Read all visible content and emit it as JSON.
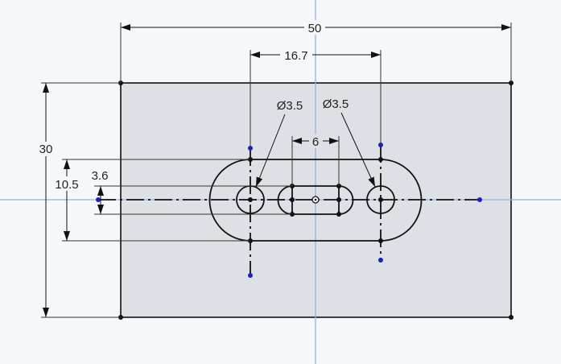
{
  "sketch": {
    "dimensions": {
      "overall_width": "50",
      "hole_spacing": "16.7",
      "inner_slot_length": "6",
      "overall_height": "30",
      "outer_slot_width": "10.5",
      "inner_slot_width": "3.6",
      "hole_left_diameter": "Ø3.5",
      "hole_right_diameter": "Ø3.5"
    },
    "colors": {
      "background": "#f5f8fa",
      "plate_fill": "#dde1e6",
      "geometry": "#1a1a1a",
      "axis": "#8fb3d9",
      "constraint_point": "#1f1fbf"
    }
  }
}
